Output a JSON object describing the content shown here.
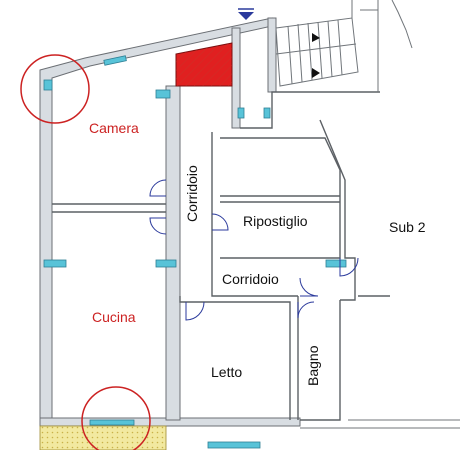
{
  "rooms": {
    "camera": "Camera",
    "corridoio_vertical": "Corridoio",
    "ripostiglio": "Ripostiglio",
    "sub2": "Sub 2",
    "corridoio_horizontal": "Corridoio",
    "cucina": "Cucina",
    "letto": "Letto",
    "bagno": "Bagno"
  },
  "colors": {
    "room_label_highlight": "#cc2222",
    "room_label": "#111111",
    "highlight_circle": "#cc2222",
    "red_block": "#e02020",
    "window": "#58c3d8",
    "door": "#2b3a9c",
    "yellow_area": "#f2e9a0"
  },
  "icons": {
    "stair_arrow": "triangle-right",
    "entrance_arrow": "triangle-down",
    "highlight_marker": "circle"
  }
}
